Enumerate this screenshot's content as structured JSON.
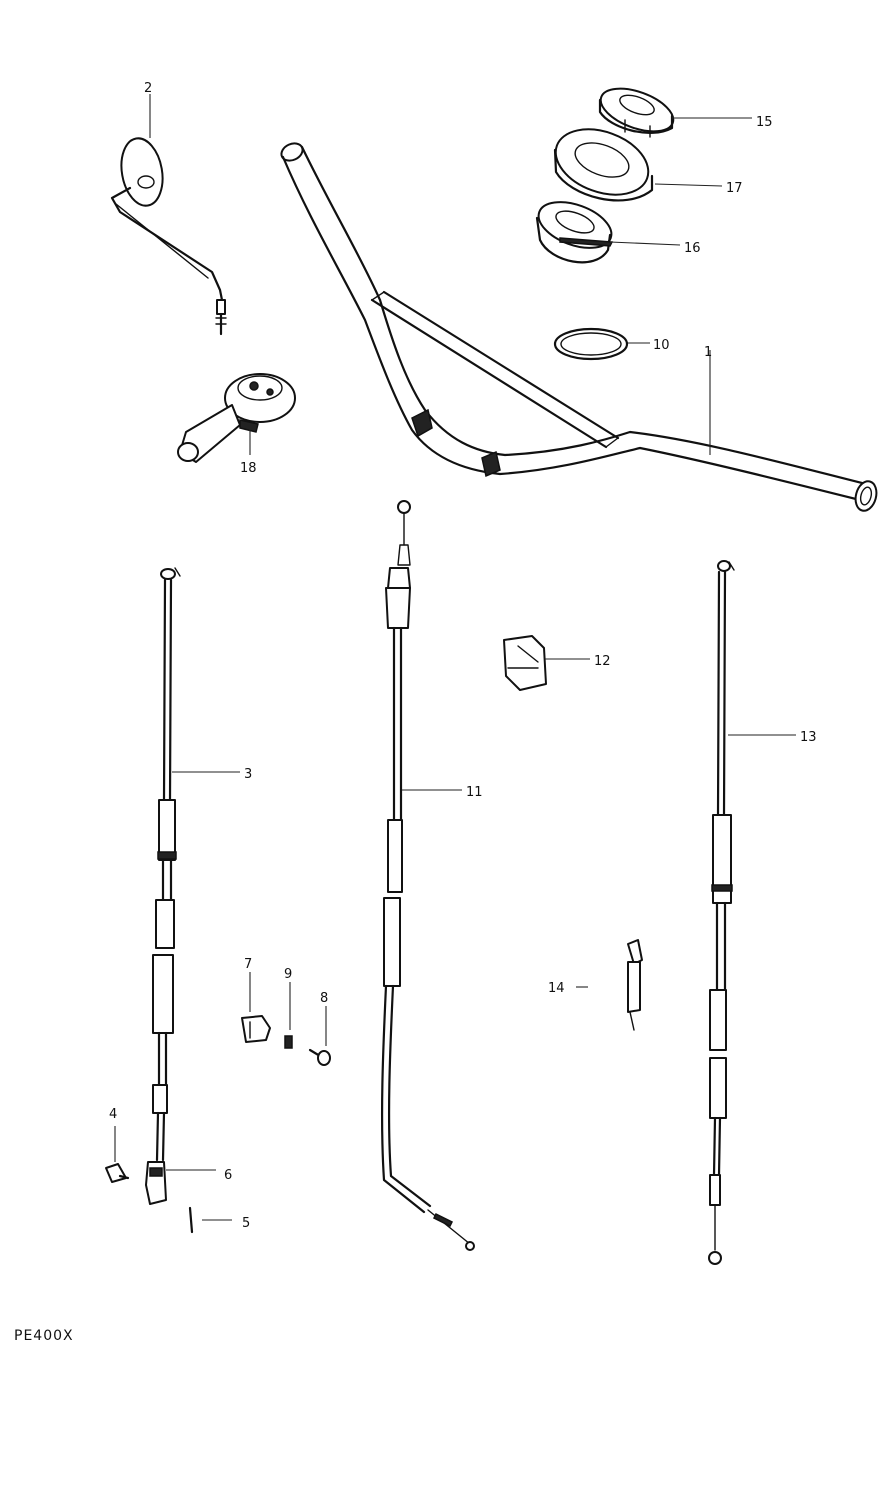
{
  "callouts": {
    "c1": "1",
    "c2": "2",
    "c3": "3",
    "c4": "4",
    "c5": "5",
    "c6": "6",
    "c7": "7",
    "c8": "8",
    "c9": "9",
    "c10": "10",
    "c11": "11",
    "c12": "12",
    "c13": "13",
    "c14": "14",
    "c15": "15",
    "c16": "16",
    "c17": "17",
    "c18": "18"
  },
  "model_code": "PE400X"
}
